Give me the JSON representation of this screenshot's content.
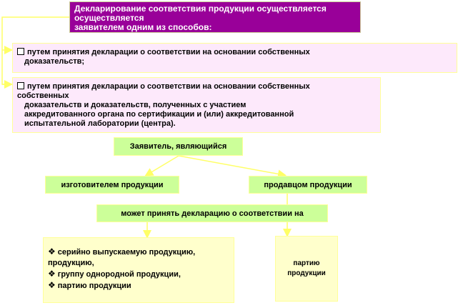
{
  "title": {
    "lines": [
      "Декларирование соответствия  продукции  осуществляется",
      "осуществляется",
      "заявителем одним из способов:"
    ]
  },
  "option1": {
    "lines": [
      "путем принятия декларации о соответствии  на основании собственных",
      "доказательств;"
    ]
  },
  "option2": {
    "lines": [
      "путем принятия декларации о соответствии  на основании собственных",
      "собственных",
      "доказательств и доказательств, полученных с участием",
      "аккредитованного органа по сертификации и (или)  аккредитованной",
      "испытательной лаборатории (центра)."
    ]
  },
  "applicant": "Заявитель, являющийся",
  "manufacturer": "изготовителем  продукции",
  "seller": "продавцом продукции",
  "may_accept": "может принять  декларацию о соответствии  на",
  "list": {
    "lines": [
      "серийно выпускаемую продукцию,",
      "продукцию,",
      "группу  однородной  продукции,",
      "партию продукции"
    ]
  },
  "batch": {
    "lines": [
      "партию",
      "продукции"
    ]
  },
  "colors": {
    "title_bg": "#990099",
    "option_bg": "#fde9fb",
    "green_bg": "#ccff99",
    "yellow_bg": "#ffffcc",
    "connector": "#ffff66"
  }
}
